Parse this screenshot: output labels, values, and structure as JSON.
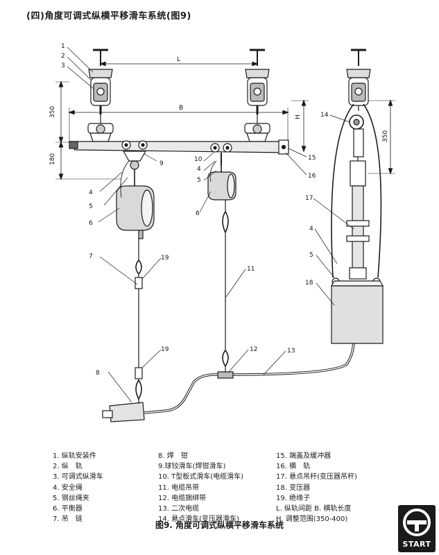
{
  "title": "(四)角度可调式纵横平移滑车系统(图9)",
  "caption": "图9. 角度可调式纵横平移滑车系统",
  "dimensions": {
    "L": "L",
    "B": "B",
    "H": "H",
    "h350_left": "350",
    "h180_left": "180",
    "h350_right": "350"
  },
  "callouts": [
    "1",
    "2",
    "3",
    "4",
    "5",
    "6",
    "7",
    "8",
    "9",
    "10",
    "11",
    "12",
    "13",
    "14",
    "15",
    "16",
    "17",
    "18",
    "19"
  ],
  "legend": {
    "col1": [
      "1. 纵轨安装件",
      "2. 纵　轨",
      "3. 可调式纵滑车",
      "4. 安全绳",
      "5. 钢丝绳夹",
      "6. 平衡器",
      "7. 吊　链"
    ],
    "col2": [
      "8. 焊　钳",
      "9.球铰滑车(焊钳滑车)",
      "10. T型板式滑车(电缆滑车)",
      "11. 电缆吊带",
      "12. 电缆捆绑带",
      "13. 二次电缆",
      "14. 悬点滑车(变压器滑车)"
    ],
    "col3": [
      "15. 端盖及缓冲器",
      "16. 横　轨",
      "17. 悬点吊杆(变压器吊杆)",
      "18. 变压器",
      "19. 绝缘子",
      "L. 纵轨间距 B. 横轨长度",
      "H. 调整范围(350-400)"
    ]
  },
  "logo": {
    "text": "START",
    "icon": "start-logo-icon"
  }
}
